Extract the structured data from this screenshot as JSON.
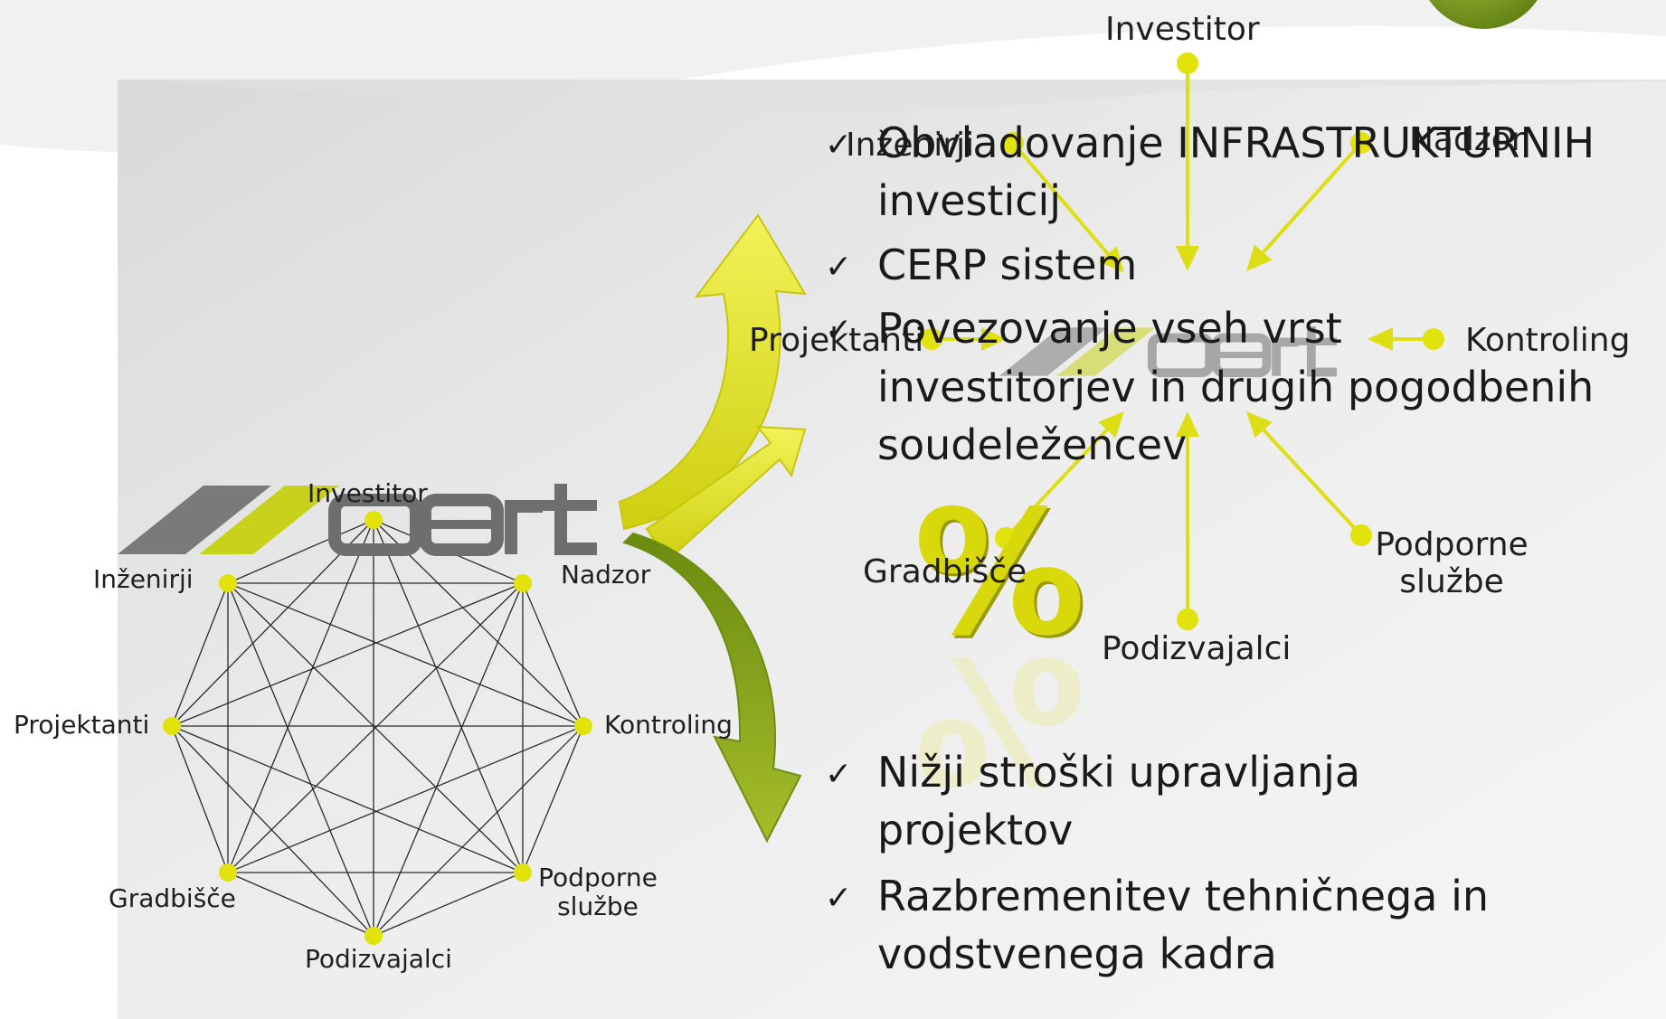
{
  "network": {
    "logo": "xpert",
    "nodes": [
      {
        "key": "investitor",
        "label": "Investitor"
      },
      {
        "key": "nadzor",
        "label": "Nadzor"
      },
      {
        "key": "kontroling",
        "label": "Kontroling"
      },
      {
        "key": "podporne",
        "label": "Podporne\nslužbe"
      },
      {
        "key": "podizvajalci",
        "label": "Podizvajalci"
      },
      {
        "key": "gradbisce",
        "label": "Gradbišče"
      },
      {
        "key": "projektanti",
        "label": "Projektanti"
      },
      {
        "key": "inzenirji",
        "label": "Inženirji"
      }
    ]
  },
  "hub": {
    "logo": "xpert",
    "nodes": [
      {
        "key": "investitor",
        "label": "Investitor"
      },
      {
        "key": "inzenirji",
        "label": "Inženirji"
      },
      {
        "key": "nadzor",
        "label": "Nadzor"
      },
      {
        "key": "projektanti",
        "label": "Projektanti"
      },
      {
        "key": "kontroling",
        "label": "Kontroling"
      },
      {
        "key": "gradbisce",
        "label": "Gradbišče"
      },
      {
        "key": "podizvajalci",
        "label": "Podizvajalci"
      },
      {
        "key": "podporne",
        "label": "Podporne\nslužbe"
      }
    ]
  },
  "bullets_top": [
    "Obvladovanje  INFRASTRUKTURNIH investicij",
    "CERP sistem",
    "Povezovanje vseh vrst investitorjev in drugih pogodbenih soudeležencev"
  ],
  "bullets_bottom": [
    "Nižji stroški upravljanja projektov",
    "Razbremenitev tehničnega in vodstvenega kadra"
  ],
  "percent_symbol": "%",
  "check_symbol": "✓",
  "colors": {
    "node_dot": "#e2e20c",
    "arrow_yellow": "#e4e418",
    "arrow_olive": "#8ea51e",
    "logo_gray": "#6e6e6e",
    "logo_accent": "#c9d21a"
  }
}
